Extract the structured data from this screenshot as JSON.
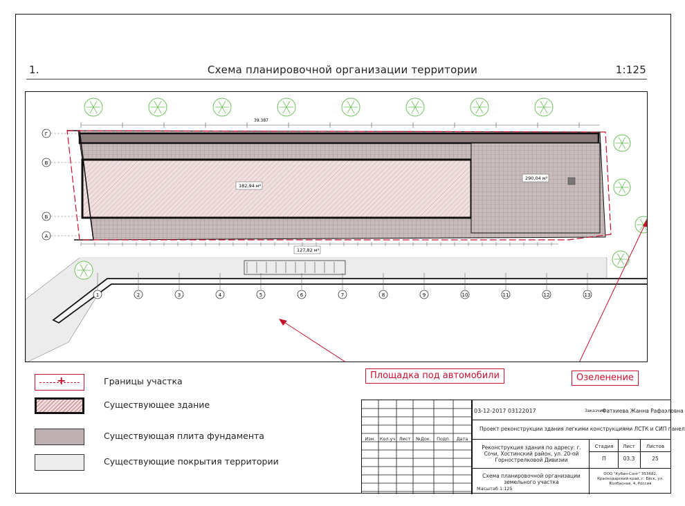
{
  "sheet": {
    "number": "1.",
    "title": "Схема планировочной организации территории",
    "scale": "1:125"
  },
  "plan": {
    "areas": [
      "182,94 м²",
      "290,04 м²",
      "127,82 м²"
    ],
    "dimension_total": "39.387",
    "column_axes": [
      "1",
      "2",
      "3",
      "4",
      "5",
      "6",
      "7",
      "8",
      "9",
      "10",
      "11",
      "12",
      "13"
    ],
    "row_axes": [
      "Г",
      "В",
      "Б",
      "А"
    ],
    "trees_top_count": 8,
    "colors": {
      "boundary": "#c8102e",
      "building": "#111111",
      "slab": "#bfb1b1",
      "surface": "#ececec",
      "tree": "#6bbf59"
    }
  },
  "callouts": {
    "parking": "Площадка под автомобили",
    "greenery": "Озеленение"
  },
  "legend": [
    {
      "label": "Границы участка"
    },
    {
      "label": "Существующее здание"
    },
    {
      "label": "Существующая плита фундамента"
    },
    {
      "label": "Существующие покрытия территории"
    }
  ],
  "stamp": {
    "header_cols": [
      "Изм.",
      "Кол.уч",
      "Лист",
      "№Док.",
      "Подп.",
      "Дата"
    ],
    "code": "03-12-2017   03122017",
    "customer_label": "Заказчик:",
    "customer": "Фатхиева Жанна Рафаэловна",
    "project": "Проект реконструкции здания легкими конструкциями ЛСТК и СИП панели",
    "address": "Реконструкция здания по адресу: г. Сочи, Хостинский район, ул. 20-ой Горнострелковой Дивизии",
    "stage_label": "Стадия",
    "sheet_label": "Лист",
    "sheets_label": "Листов",
    "stage": "П",
    "sheet_no": "03.3",
    "sheets": "25",
    "drawing": "Схема планировочной организации земельного участка",
    "scale_label": "Масштаб  1:125",
    "company": "ООО \"Кубан-Сонг\" 353682, Краснодарский край, г. Ейск, ул. Колбасная, 4, Россия"
  }
}
